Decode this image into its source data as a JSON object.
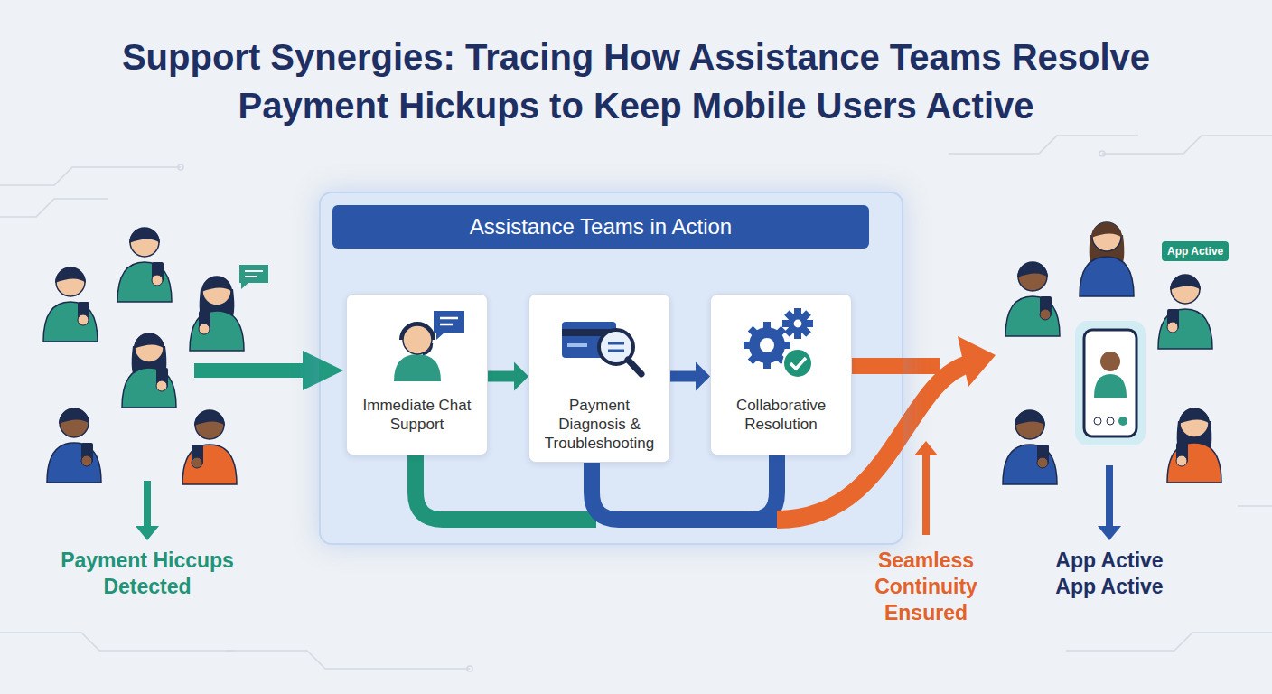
{
  "diagram": {
    "title": "Support Synergies: Tracing How Assistance Teams Resolve Payment Hickups to Keep Mobile Users Active",
    "nodes": [
      {
        "text": [
          "Assistance Teams in Action"
        ]
      },
      {
        "text": [
          "Immediate Chat Support"
        ],
        "in": 0
      },
      {
        "text": [
          "Payment Diagnosis & Troubleshooting"
        ],
        "in": 0
      },
      {
        "text": [
          "Collaborative Resolution"
        ],
        "in": 0
      }
    ],
    "edges": [
      {
        "from": 1,
        "to": 2,
        "arrow": "to"
      },
      {
        "from": 2,
        "to": 3,
        "arrow": "to"
      }
    ],
    "labels": [
      "Payment Hiccups Detected",
      "Seamless Continuity Ensured",
      "App Active",
      "App Active",
      "App Active"
    ]
  }
}
